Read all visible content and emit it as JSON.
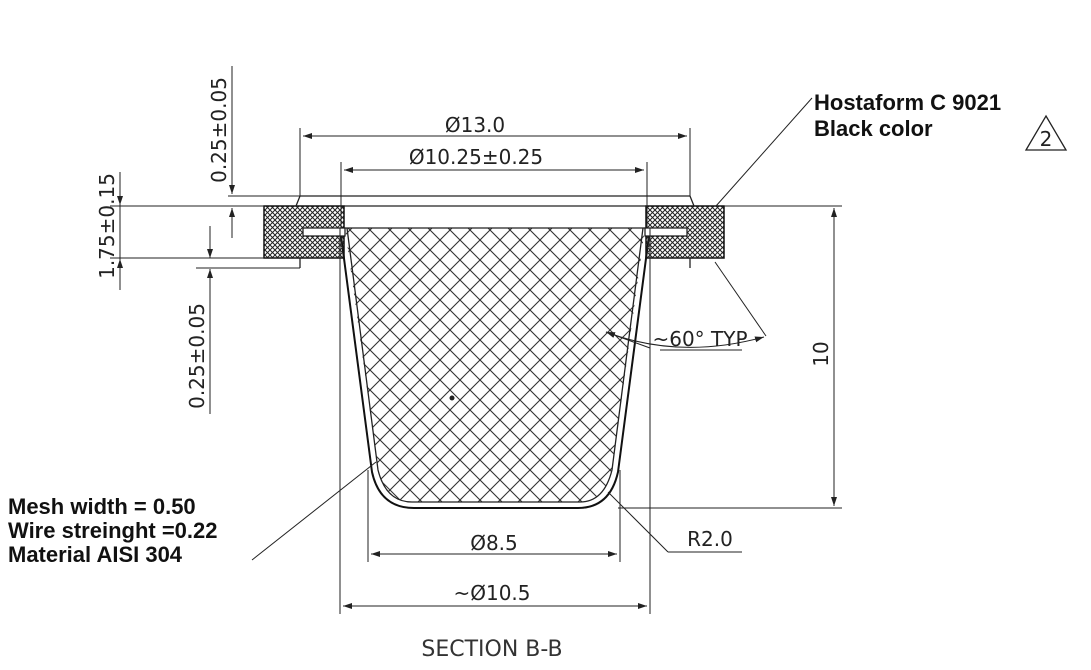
{
  "drawing": {
    "section_title": "SECTION B-B",
    "dimensions": {
      "dia_13": "Ø13.0",
      "dia_10_25": "Ø10.25±0.25",
      "top_flange_thickness": "0.25±0.05",
      "flange_height": "1.75±0.15",
      "lower_thickness": "0.25±0.05",
      "height_10": "10",
      "angle": "~60° TYP",
      "dia_8_5": "Ø8.5",
      "radius": "R2.0",
      "dia_10_5": "~Ø10.5"
    },
    "notes": {
      "material_line1": "Hostaform C 9021",
      "material_line2": "Black color",
      "revision_mark": "2",
      "mesh_line1": "Mesh width = 0.50",
      "mesh_line2": "Wire streinght =0.22",
      "mesh_line3": "Material AISI 304"
    },
    "colors": {
      "line": "#222222",
      "hatch": "#333333",
      "background": "#ffffff"
    }
  }
}
